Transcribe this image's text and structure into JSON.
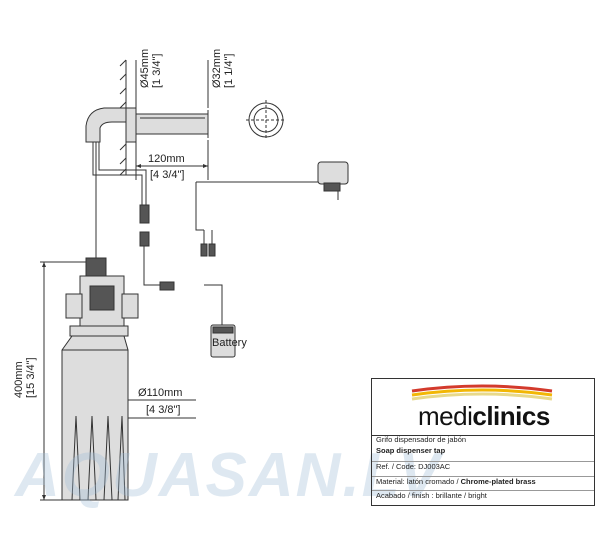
{
  "dimensions": {
    "wall_pipe_diameter": "Ø45mm",
    "wall_pipe_diameter_in": "[1 3/4\"]",
    "spout_diameter": "Ø32mm",
    "spout_diameter_in": "[1 1/4\"]",
    "spout_length": "120mm",
    "spout_length_in": "[4 3/4\"]",
    "height": "400mm",
    "height_in": "[15 3/4\"]",
    "bottle_diameter": "Ø110mm",
    "bottle_diameter_in": "[4 3/8\"]"
  },
  "labels": {
    "battery": "Battery"
  },
  "watermark": "AQUASAN.LV",
  "title_block": {
    "brand_light": "medi",
    "brand_bold": "clinics",
    "brand_colors": [
      "#d33a2c",
      "#f2b705",
      "#e8d98a"
    ],
    "product_es": "Grifo dispensador de jabón",
    "product_en": "Soap dispenser tap",
    "ref_label": "Ref. / Code:",
    "ref_value": "DJ003AC",
    "material_label": "Material: latón cromado /",
    "material_value": "Chrome-plated brass",
    "finish": "Acabado / finish : brillante / bright"
  }
}
